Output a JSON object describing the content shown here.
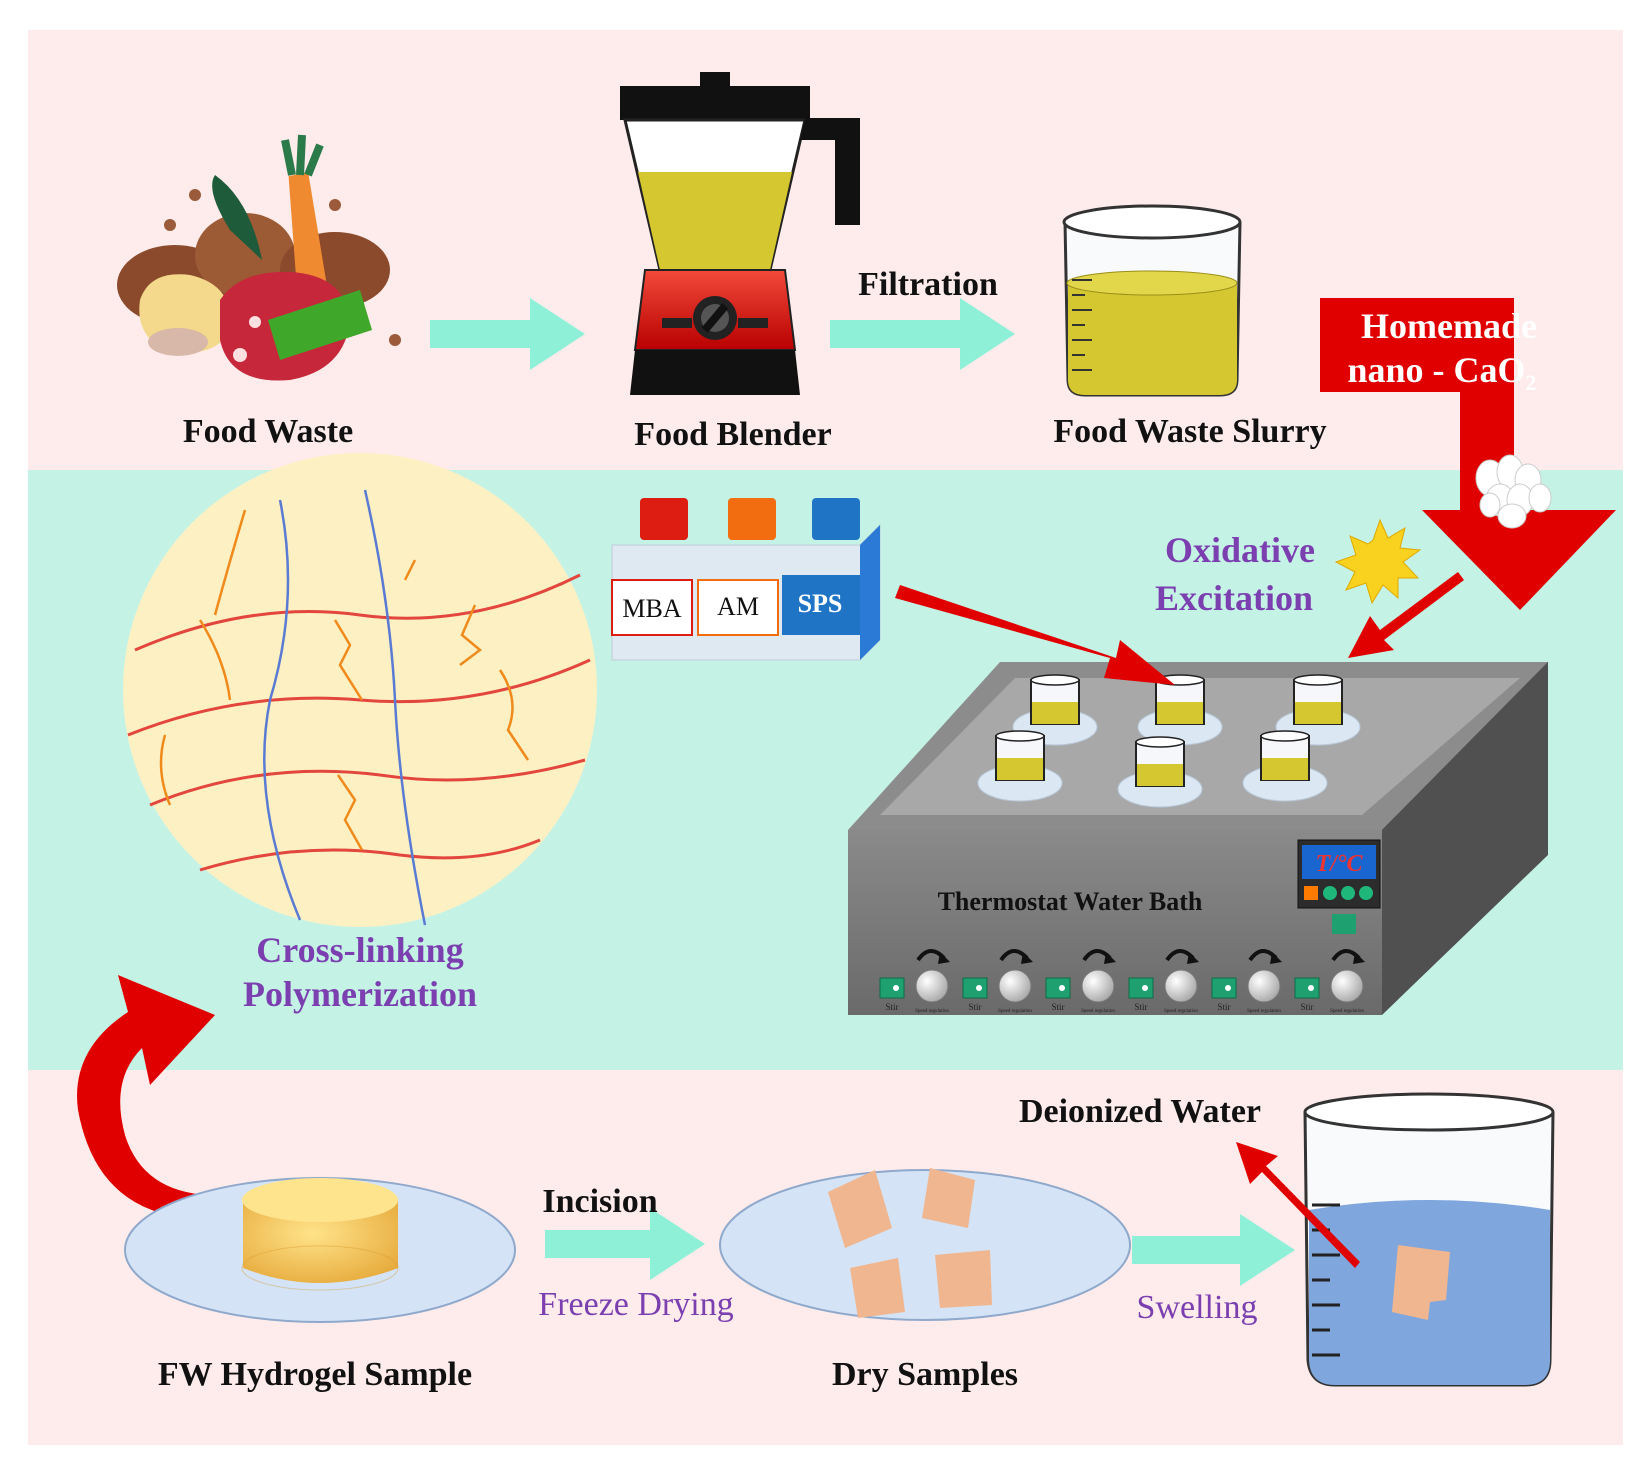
{
  "panels": {
    "top_color": "#fdeceb",
    "middle_color": "#c4f3e6",
    "bottom_color": "#fdeceb"
  },
  "colors": {
    "arrow_mint": "#8ff0d8",
    "arrow_red": "#e00000",
    "label_purple": "#7b3fb0",
    "slurry_yellow": "#d4c72f",
    "water_blue": "#7fa6dd"
  },
  "labels": {
    "food_waste": "Food Waste",
    "food_blender": "Food Blender",
    "filtration": "Filtration",
    "food_waste_slurry": "Food Waste Slurry",
    "homemade_line1": "Homemade",
    "homemade_line2_prefix": "nano - CaO",
    "homemade_subscript": "2",
    "oxidative": "Oxidative",
    "excitation": "Excitation",
    "cross_linking": "Cross-linking",
    "polymerization": "Polymerization",
    "thermostat": "Thermostat Water Bath",
    "temp_display": "T/°C",
    "deionized_water": "Deionized Water",
    "incision": "Incision",
    "freeze_drying": "Freeze Drying",
    "swelling": "Swelling",
    "fw_hydrogel": "FW Hydrogel Sample",
    "dry_samples": "Dry Samples"
  },
  "reagents": [
    {
      "label": "MBA",
      "cap_color": "#dd1d12"
    },
    {
      "label": "AM",
      "cap_color": "#f26d0f"
    },
    {
      "label": "SPS",
      "cap_color": "#1f74c6"
    }
  ],
  "bath_controls": {
    "switch_label": "Stir",
    "knob_label": "Speed regulation",
    "count": 6
  }
}
